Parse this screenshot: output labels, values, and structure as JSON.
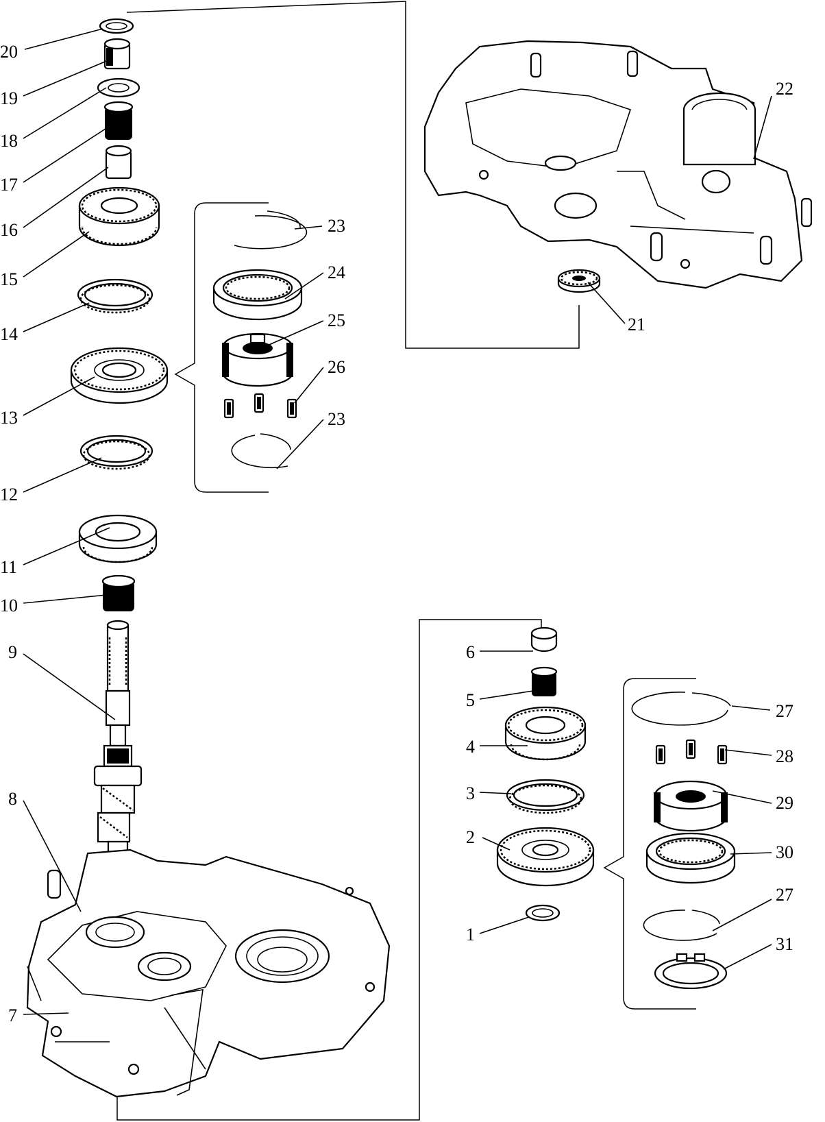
{
  "callouts": [
    {
      "id": "1",
      "text": "1"
    },
    {
      "id": "2",
      "text": "2"
    },
    {
      "id": "3",
      "text": "3"
    },
    {
      "id": "4",
      "text": "4"
    },
    {
      "id": "5",
      "text": "5"
    },
    {
      "id": "6",
      "text": "6"
    },
    {
      "id": "7",
      "text": "7"
    },
    {
      "id": "8",
      "text": "8"
    },
    {
      "id": "9",
      "text": "9"
    },
    {
      "id": "10",
      "text": "10"
    },
    {
      "id": "11",
      "text": "11"
    },
    {
      "id": "12",
      "text": "12"
    },
    {
      "id": "13",
      "text": "13"
    },
    {
      "id": "14",
      "text": "14"
    },
    {
      "id": "15",
      "text": "15"
    },
    {
      "id": "16",
      "text": "16"
    },
    {
      "id": "17",
      "text": "17"
    },
    {
      "id": "18",
      "text": "18"
    },
    {
      "id": "19",
      "text": "19"
    },
    {
      "id": "20",
      "text": "20"
    },
    {
      "id": "21",
      "text": "21"
    },
    {
      "id": "22",
      "text": "22"
    },
    {
      "id": "23a",
      "text": "23"
    },
    {
      "id": "23b",
      "text": "23"
    },
    {
      "id": "24",
      "text": "24"
    },
    {
      "id": "25",
      "text": "25"
    },
    {
      "id": "26",
      "text": "26"
    },
    {
      "id": "27a",
      "text": "27"
    },
    {
      "id": "27b",
      "text": "27"
    },
    {
      "id": "28",
      "text": "28"
    },
    {
      "id": "29",
      "text": "29"
    },
    {
      "id": "30",
      "text": "30"
    },
    {
      "id": "31",
      "text": "31"
    }
  ]
}
